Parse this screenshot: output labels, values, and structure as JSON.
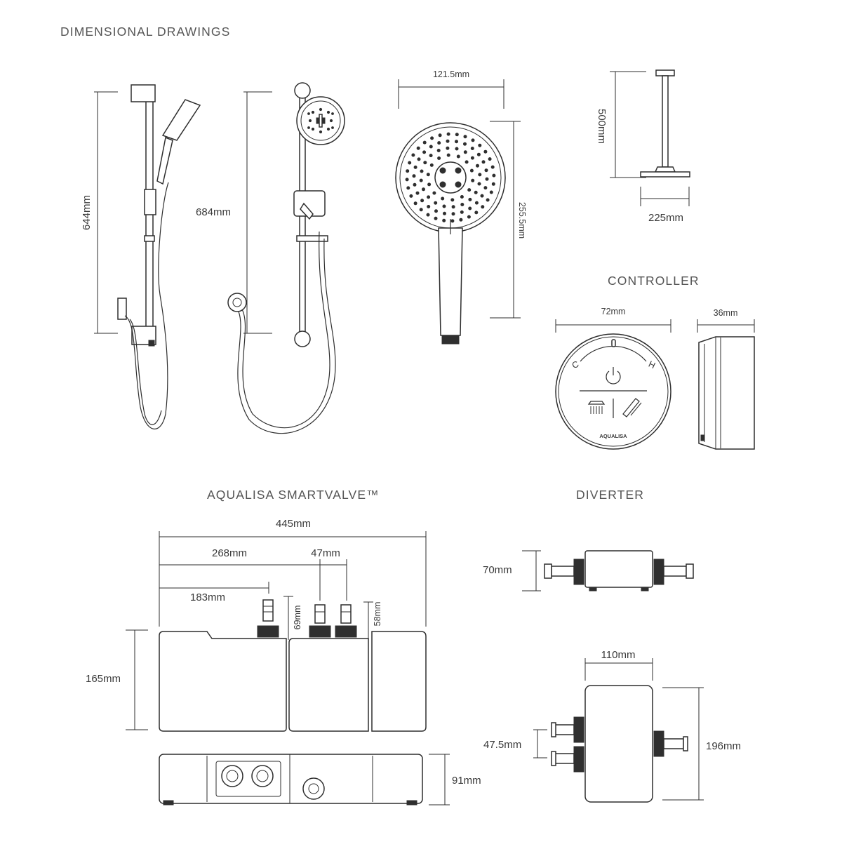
{
  "headings": {
    "page": "DIMENSIONAL DRAWINGS",
    "controller": "CONTROLLER",
    "smartvalve": "AQUALISA SMARTVALVE™",
    "diverter": "DIVERTER"
  },
  "dimensions": {
    "rail_kit_height": "644mm",
    "rail_kit_adjustable_height": "684mm",
    "handset_width": "121.5mm",
    "handset_length": "255.5mm",
    "arm_length": "500mm",
    "head_width": "225mm",
    "controller_diameter": "72mm",
    "controller_depth": "36mm",
    "valve_width": "445mm",
    "valve_outlet_a": "268mm",
    "valve_outlet_spacing": "47mm",
    "valve_inlet": "183mm",
    "valve_height": "165mm",
    "valve_inlet_height": "69mm",
    "valve_outlet_height": "58mm",
    "valve_depth": "91mm",
    "diverter_depth": "70mm",
    "diverter_width": "110mm",
    "diverter_spacing": "47.5mm",
    "diverter_height": "196mm"
  },
  "controller": {
    "cold_label": "C",
    "hot_label": "H",
    "brand": "AQUALISA"
  },
  "icons": [
    "power-icon",
    "overhead-shower-icon",
    "handset-icon"
  ],
  "colors": {
    "line": "#2e2e2e",
    "text": "#3a3a3a",
    "heading": "#555555"
  }
}
